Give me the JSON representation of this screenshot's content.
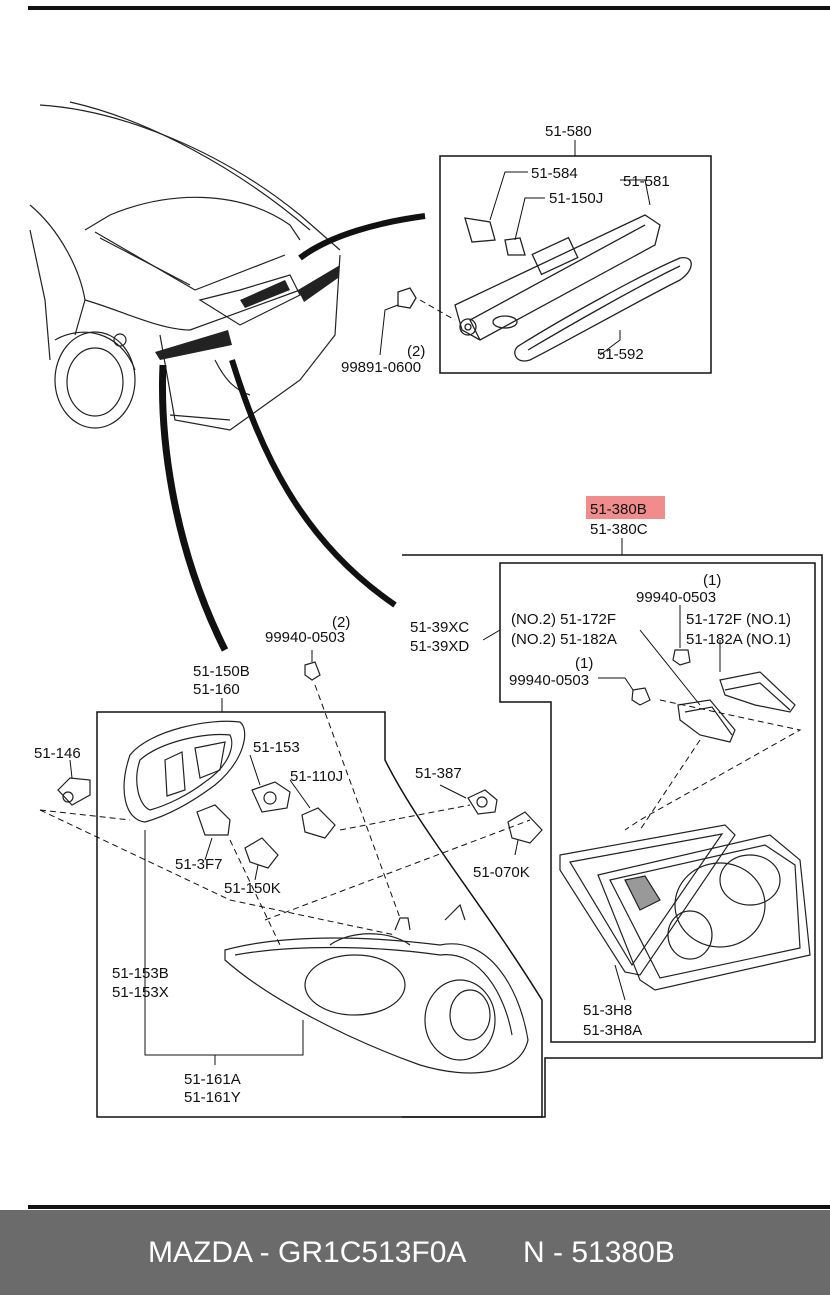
{
  "labels": {
    "l_51580": "51-580",
    "l_51584": "51-584",
    "l_51581": "51-581",
    "l_51150J": "51-150J",
    "l_99891_qty": "(2)",
    "l_99891": "99891-0600",
    "l_51592": "51-592",
    "l_51380B": "51-380B",
    "l_51380C": "51-380C",
    "l_99940a_qty": "(1)",
    "l_99940a": "99940-0503",
    "l_51172F_no2": "(NO.2) 51-172F",
    "l_51182A_no2": "(NO.2) 51-182A",
    "l_51172F_no1": "51-172F (NO.1)",
    "l_51182A_no1": "51-182A (NO.1)",
    "l_5139XC": "51-39XC",
    "l_5139XD": "51-39XD",
    "l_99940b_qty": "(1)",
    "l_99940b": "99940-0503",
    "l_99940c_qty": "(2)",
    "l_99940c": "99940-0503",
    "l_51150B": "51-150B",
    "l_51160": "51-160",
    "l_51146": "51-146",
    "l_51153": "51-153",
    "l_51110J": "51-110J",
    "l_51387": "51-387",
    "l_513F7": "51-3F7",
    "l_51150K": "51-150K",
    "l_51070K": "51-070K",
    "l_51153B": "51-153B",
    "l_51153X": "51-153X",
    "l_513H8": "51-3H8",
    "l_513H8A": "51-3H8A",
    "l_51161A": "51-161A",
    "l_51161Y": "51-161Y"
  },
  "highlight_color": "#f08c8c",
  "footer": {
    "brand_part": "MAZDA - GR1C513F0A",
    "ref": "N - 51380B"
  }
}
